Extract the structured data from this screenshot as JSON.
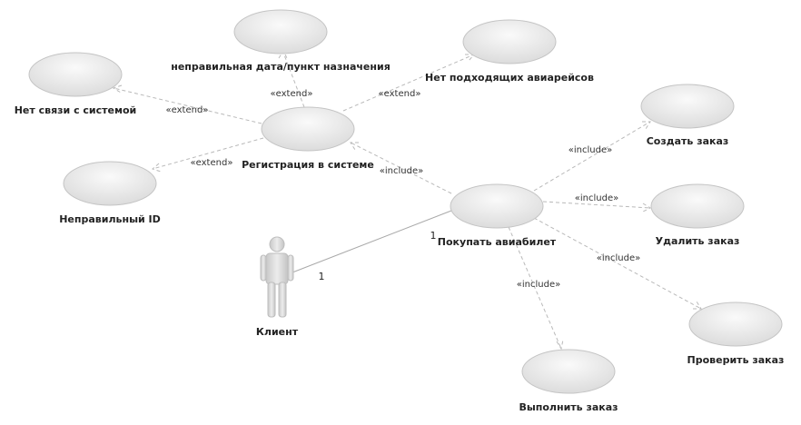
{
  "actor": {
    "name": "Клиент"
  },
  "use_cases": {
    "wrong_destination": "неправильная дата/пункт назначения",
    "no_flights": "Нет подходящих авиарейсов",
    "no_connection": "Нет связи с системой",
    "registration": "Регистрация в системе",
    "wrong_id": "Неправильный ID",
    "buy_ticket": "Покупать авиабилет",
    "create_order": "Создать заказ",
    "delete_order": "Удалить заказ",
    "check_order": "Проверить заказ",
    "execute_order": "Выполнить заказ"
  },
  "relations": {
    "extend": "«extend»",
    "include": "«include»"
  },
  "multiplicity": {
    "actor_end": "1",
    "usecase_end": "1"
  }
}
